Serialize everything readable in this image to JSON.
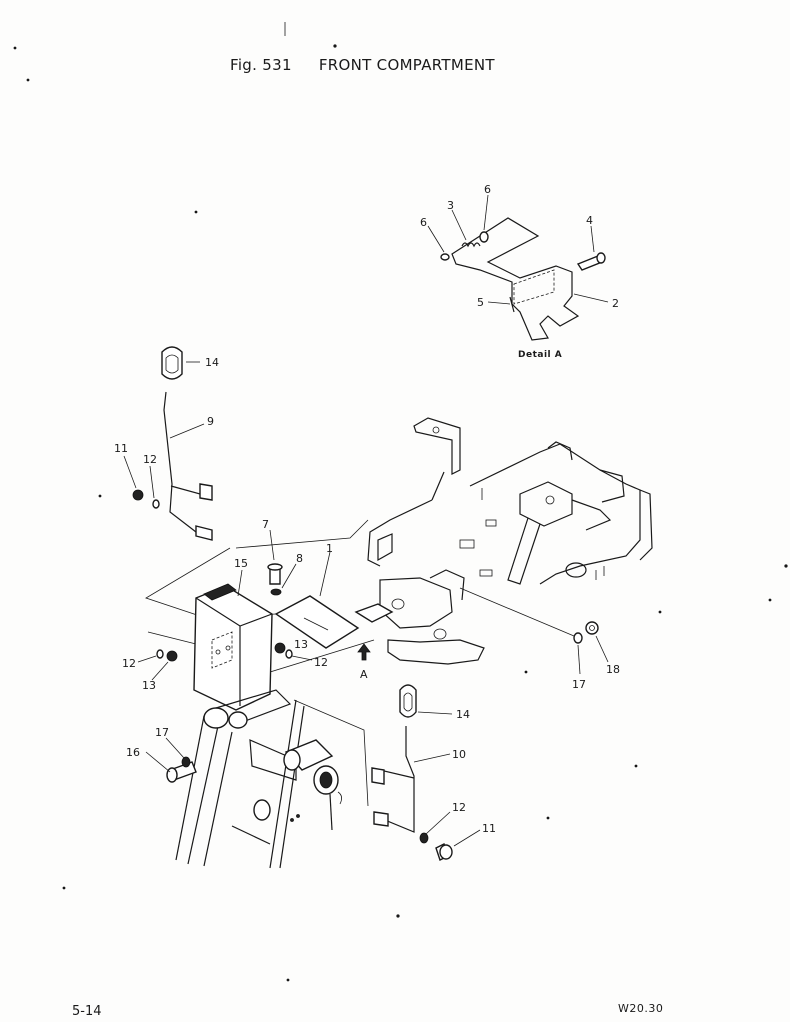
{
  "figure": {
    "number": "Fig. 531",
    "title": "FRONT COMPARTMENT"
  },
  "detail_label": "Detail A",
  "view_arrow_label": "A",
  "callouts": {
    "c1": "1",
    "c2": "2",
    "c3": "3",
    "c4": "4",
    "c5": "5",
    "c6a": "6",
    "c6b": "6",
    "c7": "7",
    "c8": "8",
    "c9": "9",
    "c10": "10",
    "c11a": "11",
    "c11b": "11",
    "c12a": "12",
    "c12b": "12",
    "c12c": "12",
    "c12d": "12",
    "c13a": "13",
    "c13b": "13",
    "c14a": "14",
    "c14b": "14",
    "c15": "15",
    "c16": "16",
    "c17a": "17",
    "c17b": "17",
    "c18": "18"
  },
  "footer": {
    "page": "5-14",
    "code": "W20.30"
  }
}
